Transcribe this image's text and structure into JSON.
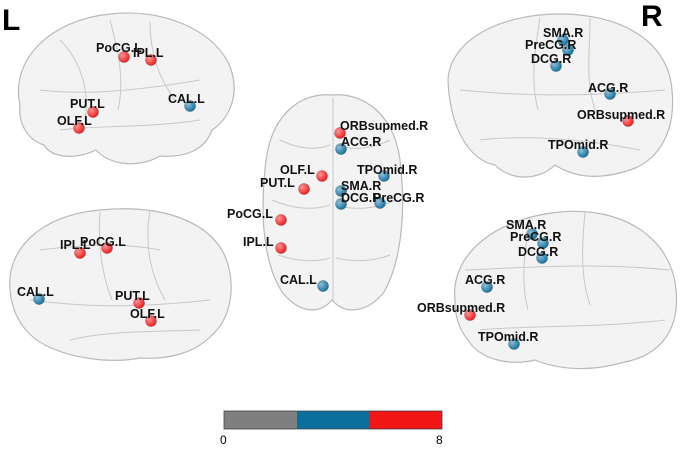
{
  "corner_labels": {
    "left": "L",
    "right": "R"
  },
  "colors": {
    "grey": "#7f7f7f",
    "blue": "#0b6f9e",
    "red": "#f21616"
  },
  "colorbar": {
    "min_label": "0",
    "max_label": "8",
    "segments": [
      "grey",
      "blue",
      "red"
    ]
  },
  "views": {
    "left_top": [
      {
        "name": "PoCG.L",
        "color": "red"
      },
      {
        "name": "IPL.L",
        "color": "red"
      },
      {
        "name": "PUT.L",
        "color": "red"
      },
      {
        "name": "OLF.L",
        "color": "red"
      },
      {
        "name": "CAL.L",
        "color": "blue"
      }
    ],
    "left_bottom": [
      {
        "name": "IPL.L",
        "color": "red"
      },
      {
        "name": "PoCG.L",
        "color": "red"
      },
      {
        "name": "CAL.L",
        "color": "blue"
      },
      {
        "name": "PUT.L",
        "color": "red"
      },
      {
        "name": "OLF.L",
        "color": "red"
      }
    ],
    "center": [
      {
        "name": "ORBsupmed.R",
        "color": "red"
      },
      {
        "name": "ACG.R",
        "color": "blue"
      },
      {
        "name": "OLF.L",
        "color": "red"
      },
      {
        "name": "TPOmid.R",
        "color": "blue"
      },
      {
        "name": "PUT.L",
        "color": "red"
      },
      {
        "name": "SMA.R",
        "color": "blue"
      },
      {
        "name": "DCG.R",
        "color": "blue"
      },
      {
        "name": "PreCG.R",
        "color": "blue"
      },
      {
        "name": "PoCG.L",
        "color": "red"
      },
      {
        "name": "IPL.L",
        "color": "red"
      },
      {
        "name": "CAL.L",
        "color": "blue"
      }
    ],
    "right_top": [
      {
        "name": "SMA.R",
        "color": "blue"
      },
      {
        "name": "PreCG.R",
        "color": "blue"
      },
      {
        "name": "DCG.R",
        "color": "blue"
      },
      {
        "name": "ACG.R",
        "color": "blue"
      },
      {
        "name": "ORBsupmed.R",
        "color": "red"
      },
      {
        "name": "TPOmid.R",
        "color": "blue"
      }
    ],
    "right_bottom": [
      {
        "name": "SMA.R",
        "color": "blue"
      },
      {
        "name": "PreCG.R",
        "color": "blue"
      },
      {
        "name": "DCG.R",
        "color": "blue"
      },
      {
        "name": "ACG.R",
        "color": "blue"
      },
      {
        "name": "ORBsupmed.R",
        "color": "red"
      },
      {
        "name": "TPOmid.R",
        "color": "blue"
      }
    ]
  }
}
